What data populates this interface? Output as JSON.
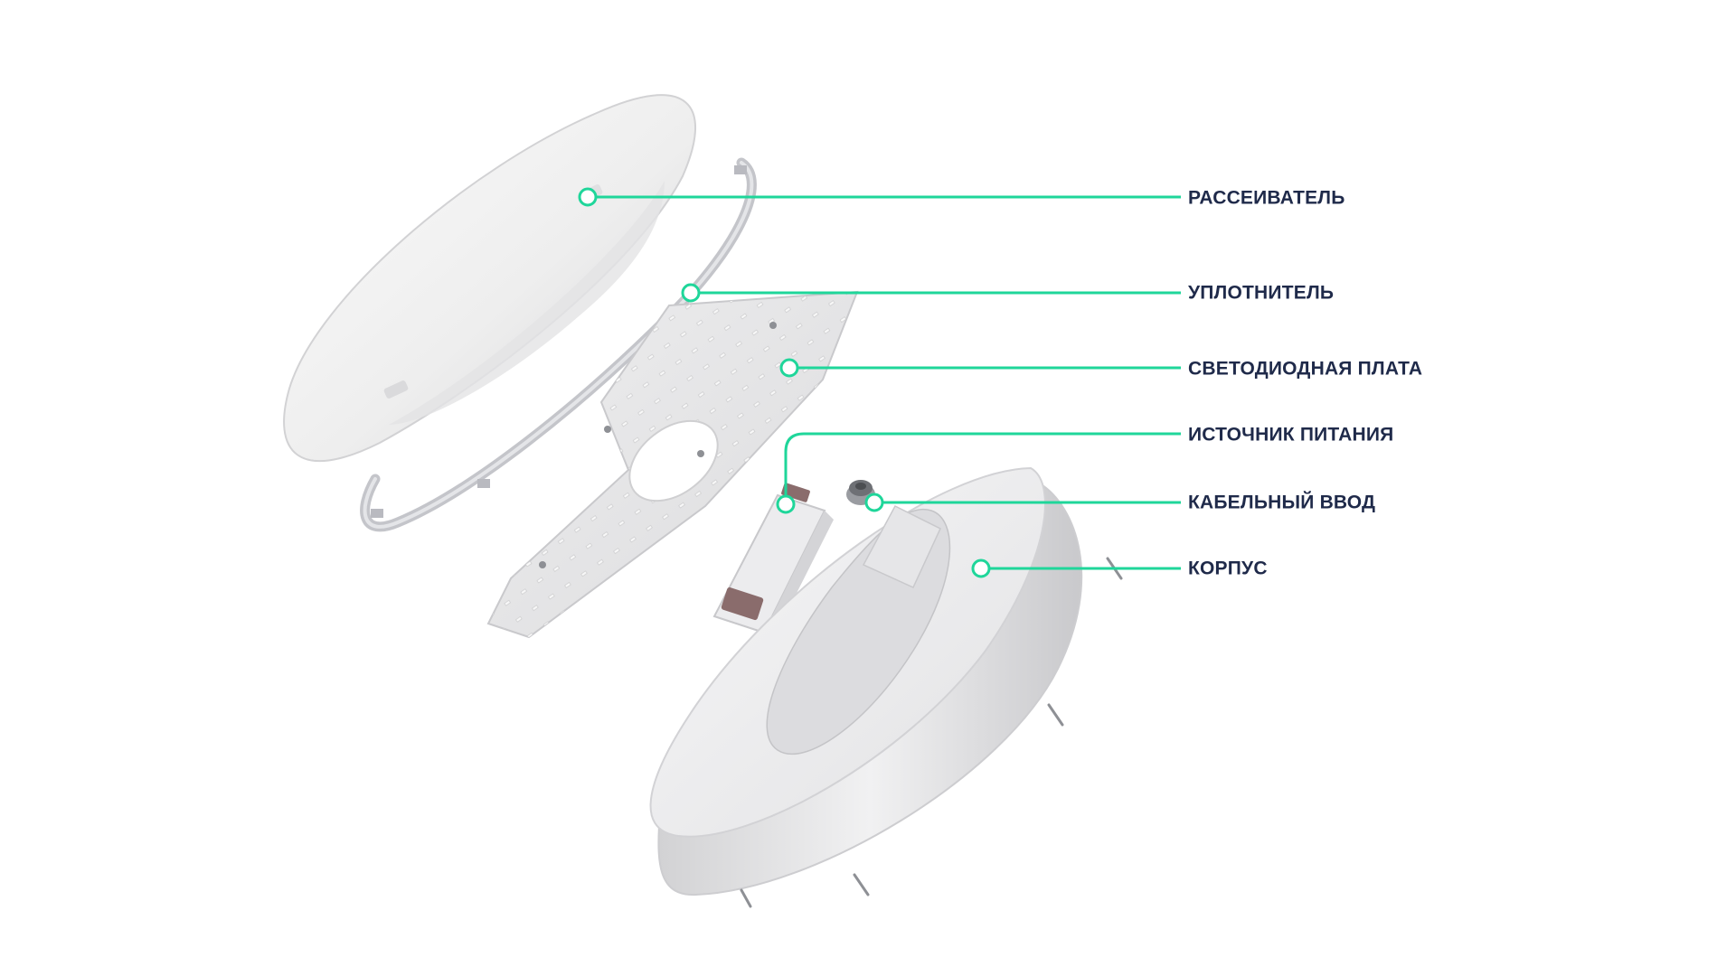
{
  "callouts": [
    {
      "id": "diffuser",
      "label": "РАССЕИВАТЕЛЬ"
    },
    {
      "id": "seal",
      "label": "УПЛОТНИТЕЛЬ"
    },
    {
      "id": "led-board",
      "label": "СВЕТОДИОДНАЯ ПЛАТА"
    },
    {
      "id": "power-supply",
      "label": "ИСТОЧНИК ПИТАНИЯ"
    },
    {
      "id": "cable-gland",
      "label": "КАБЕЛЬНЫЙ ВВОД"
    },
    {
      "id": "housing",
      "label": "КОРПУС"
    }
  ],
  "colors": {
    "accent": "#1fd69a",
    "label_text": "#1f2a4a"
  }
}
